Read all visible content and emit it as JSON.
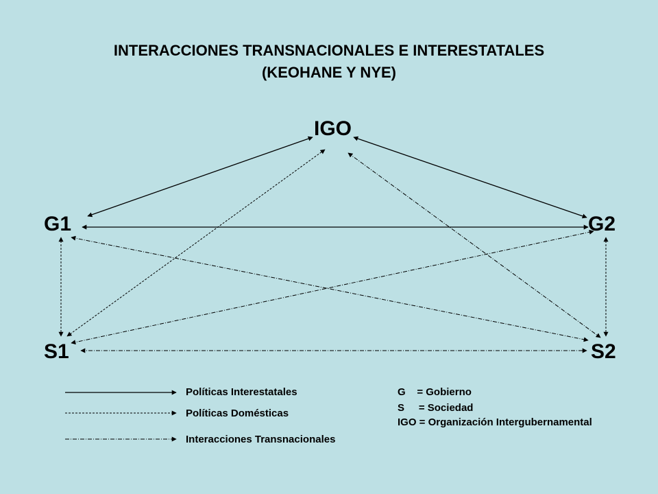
{
  "title": {
    "line1": "INTERACCIONES TRANSNACIONALES E INTERESTATALES",
    "line2": "(KEOHANE Y NYE)"
  },
  "nodes": {
    "igo": "IGO",
    "g1": "G1",
    "g2": "G2",
    "s1": "S1",
    "s2": "S2"
  },
  "legend": {
    "interstate": "Políticas Interestatales",
    "domestic": "Políticas Domésticas",
    "transnational": "Interacciones Transnacionales"
  },
  "key": {
    "g": "G    = Gobierno",
    "s": "S     = Sociedad",
    "igo": "IGO = Organización Intergubernamental"
  },
  "colors": {
    "background": "#bde0e4",
    "ink": "#000000"
  }
}
